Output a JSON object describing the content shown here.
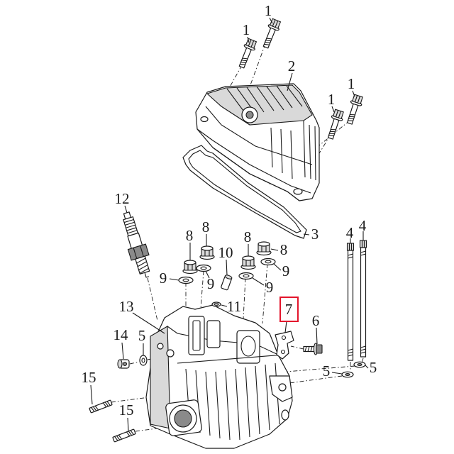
{
  "diagram": {
    "callouts": [
      "1",
      "1",
      "2",
      "1",
      "1",
      "3",
      "12",
      "8",
      "8",
      "8",
      "8",
      "10",
      "9",
      "9",
      "9",
      "9",
      "4",
      "4",
      "11",
      "7",
      "6",
      "13",
      "14",
      "5",
      "5",
      "5",
      "15",
      "15"
    ],
    "highlight_color": "#e3152c",
    "line_color": "#1a1a1a"
  }
}
